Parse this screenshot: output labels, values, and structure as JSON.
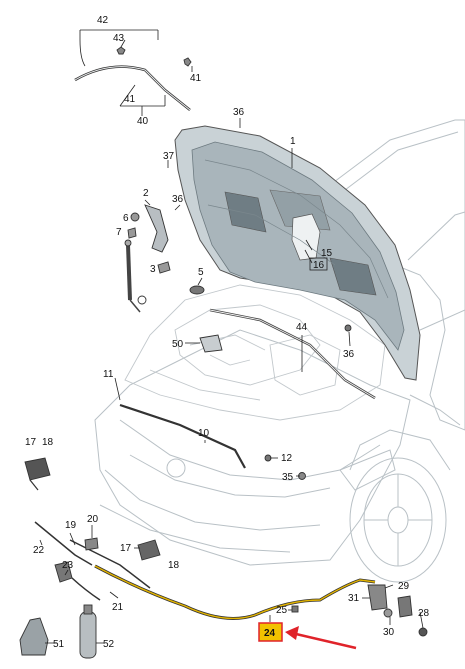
{
  "callouts": [
    {
      "id": "p42",
      "text": "42"
    },
    {
      "id": "p43",
      "text": "43"
    },
    {
      "id": "p41a",
      "text": "41"
    },
    {
      "id": "p41b",
      "text": "41"
    },
    {
      "id": "p40",
      "text": "40"
    },
    {
      "id": "p36a",
      "text": "36"
    },
    {
      "id": "p1",
      "text": "1"
    },
    {
      "id": "p37",
      "text": "37"
    },
    {
      "id": "p2",
      "text": "2"
    },
    {
      "id": "p36b",
      "text": "36"
    },
    {
      "id": "p6",
      "text": "6"
    },
    {
      "id": "p7",
      "text": "7"
    },
    {
      "id": "p15",
      "text": "15"
    },
    {
      "id": "p16",
      "text": "16"
    },
    {
      "id": "p3",
      "text": "3"
    },
    {
      "id": "p5",
      "text": "5"
    },
    {
      "id": "p44",
      "text": "44"
    },
    {
      "id": "p50",
      "text": "50"
    },
    {
      "id": "p36c",
      "text": "36"
    },
    {
      "id": "p11",
      "text": "11"
    },
    {
      "id": "p10",
      "text": "10"
    },
    {
      "id": "p17a",
      "text": "17"
    },
    {
      "id": "p18a",
      "text": "18"
    },
    {
      "id": "p12",
      "text": "12"
    },
    {
      "id": "p35",
      "text": "35"
    },
    {
      "id": "p19",
      "text": "19"
    },
    {
      "id": "p20",
      "text": "20"
    },
    {
      "id": "p22",
      "text": "22"
    },
    {
      "id": "p17b",
      "text": "17"
    },
    {
      "id": "p18b",
      "text": "18"
    },
    {
      "id": "p23",
      "text": "23"
    },
    {
      "id": "p21",
      "text": "21"
    },
    {
      "id": "p29",
      "text": "29"
    },
    {
      "id": "p31",
      "text": "31"
    },
    {
      "id": "p25",
      "text": "25"
    },
    {
      "id": "p28",
      "text": "28"
    },
    {
      "id": "p30",
      "text": "30"
    },
    {
      "id": "p51",
      "text": "51"
    },
    {
      "id": "p52",
      "text": "52"
    },
    {
      "id": "p24",
      "text": "24"
    }
  ],
  "highlight": {
    "part": "24",
    "box_color": "#f2c200",
    "arrow_color": "#e0232a",
    "cable_color": "#e3b400"
  }
}
